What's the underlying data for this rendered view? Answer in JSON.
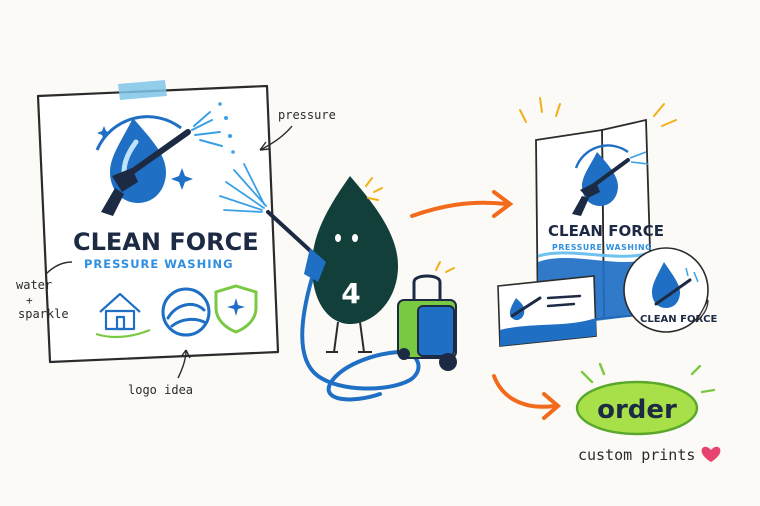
{
  "poster": {
    "title": "CLEAN FORCE",
    "subtitle": "PRESSURE WASHING"
  },
  "annotations": {
    "pressure": "pressure",
    "water": "water",
    "plus": "+",
    "sparkle": "sparkle",
    "logo_idea": "logo idea"
  },
  "mascot": {
    "number": "4"
  },
  "brochure": {
    "title": "CLEAN FORCE",
    "subtitle": "PRESSURE WASHING"
  },
  "sticker": {
    "text": "CLEAN FORCE"
  },
  "order_button": {
    "label": "order"
  },
  "order_caption": "custom prints",
  "colors": {
    "blue": "#1f6fc4",
    "light_blue": "#3aa0e6",
    "navy": "#1d2a44",
    "green": "#7ac943",
    "orange": "#f26a1b",
    "mascot": "#123f3a",
    "heart": "#e8436f"
  }
}
